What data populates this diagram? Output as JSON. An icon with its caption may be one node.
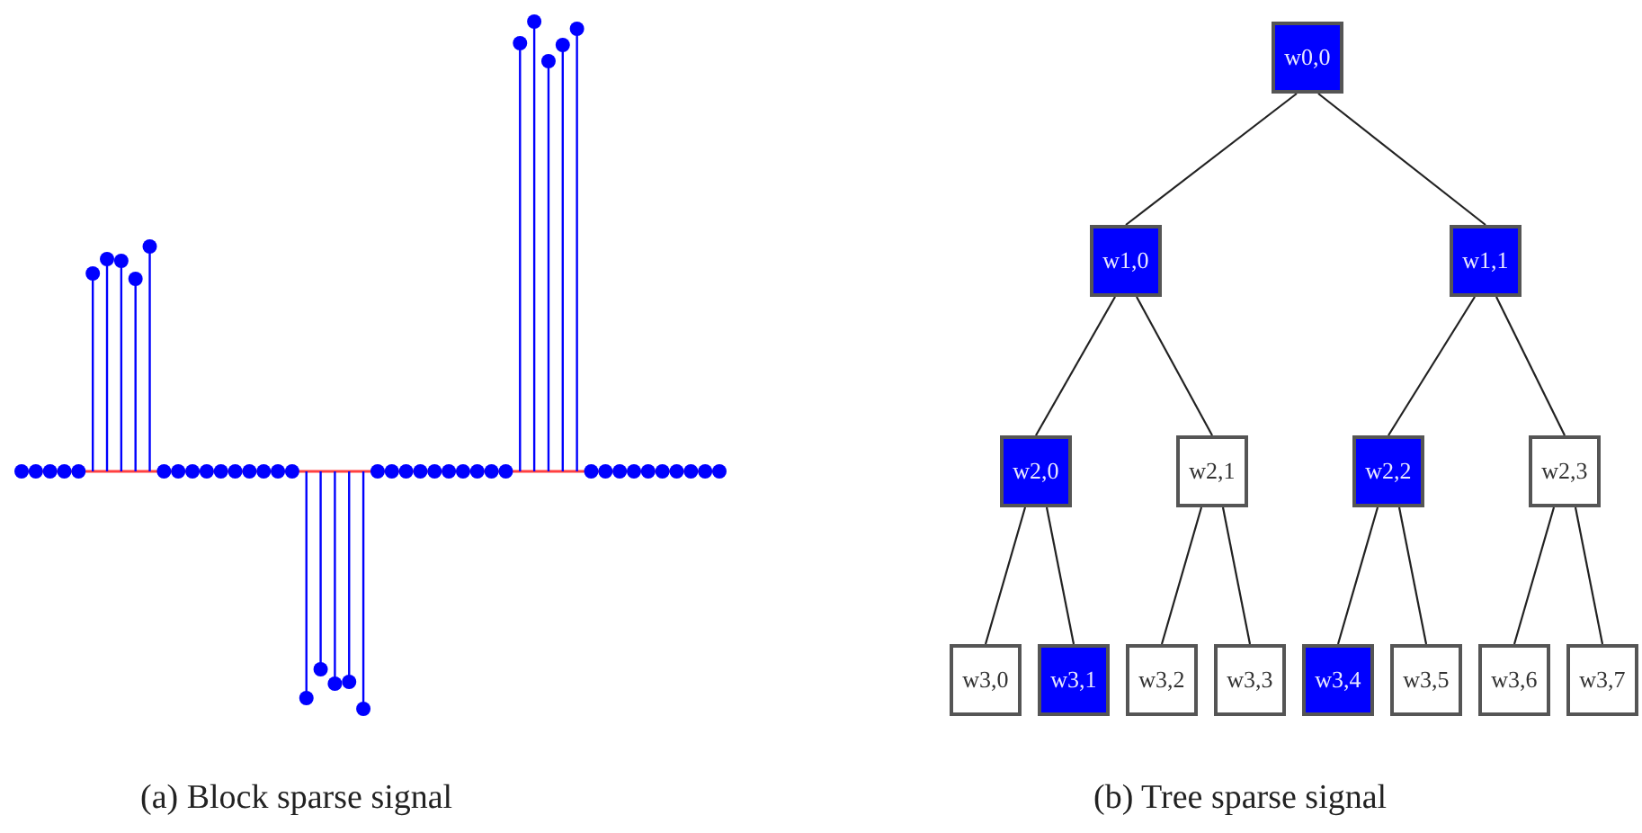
{
  "diagram": {
    "nodes": [
      {
        "text": [
          "w0,0"
        ]
      },
      {
        "text": [
          "w1,0"
        ]
      },
      {
        "text": [
          "w1,1"
        ]
      },
      {
        "text": [
          "w2,0"
        ]
      },
      {
        "text": [
          "w2,1"
        ]
      },
      {
        "text": [
          "w2,2"
        ]
      },
      {
        "text": [
          "w2,3"
        ]
      },
      {
        "text": [
          "w3,0"
        ]
      },
      {
        "text": [
          "w3,1"
        ]
      },
      {
        "text": [
          "w3,2"
        ]
      },
      {
        "text": [
          "w3,3"
        ]
      },
      {
        "text": [
          "w3,4"
        ]
      },
      {
        "text": [
          "w3,5"
        ]
      },
      {
        "text": [
          "w3,6"
        ]
      },
      {
        "text": [
          "w3,7"
        ]
      }
    ],
    "edges": [
      {
        "from": 0,
        "to": 1,
        "arrow": "none"
      },
      {
        "from": 0,
        "to": 2,
        "arrow": "none"
      },
      {
        "from": 1,
        "to": 3,
        "arrow": "none"
      },
      {
        "from": 1,
        "to": 4,
        "arrow": "none"
      },
      {
        "from": 2,
        "to": 5,
        "arrow": "none"
      },
      {
        "from": 2,
        "to": 6,
        "arrow": "none"
      },
      {
        "from": 3,
        "to": 7,
        "arrow": "none"
      },
      {
        "from": 3,
        "to": 8,
        "arrow": "none"
      },
      {
        "from": 4,
        "to": 9,
        "arrow": "none"
      },
      {
        "from": 4,
        "to": 10,
        "arrow": "none"
      },
      {
        "from": 5,
        "to": 11,
        "arrow": "none"
      },
      {
        "from": 5,
        "to": 12,
        "arrow": "none"
      },
      {
        "from": 6,
        "to": 13,
        "arrow": "none"
      },
      {
        "from": 6,
        "to": 14,
        "arrow": "none"
      }
    ],
    "labels": [
      "(a) Block sparse signal",
      "(b) Tree sparse signal"
    ]
  }
}
